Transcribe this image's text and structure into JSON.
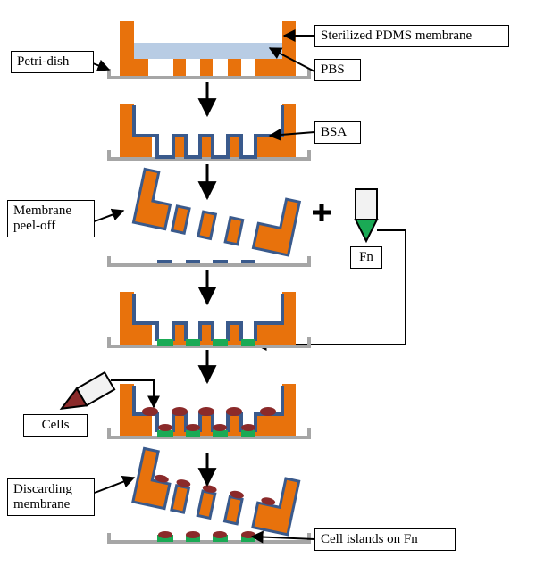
{
  "labels": {
    "petri_dish": "Petri-dish",
    "sterilized_pdms": "Sterilized PDMS membrane",
    "pbs": "PBS",
    "bsa": "BSA",
    "membrane_peel_off": "Membrane\npeel-off",
    "fn": "Fn",
    "cells": "Cells",
    "discarding_membrane": "Discarding\nmembrane",
    "cell_islands": "Cell islands on Fn"
  },
  "colors": {
    "pdms": "#e8720c",
    "pbs": "#b8cce4",
    "bsa": "#3a5a8c",
    "fibronectin": "#1aaa55",
    "cells": "#8b2a2a",
    "petri_dish": "#a6a6a6",
    "arrow": "#000000"
  },
  "steps": [
    "pbs-incubation",
    "bsa-coating",
    "membrane-peel-off",
    "fn-coating",
    "cell-seeding",
    "membrane-discard"
  ]
}
